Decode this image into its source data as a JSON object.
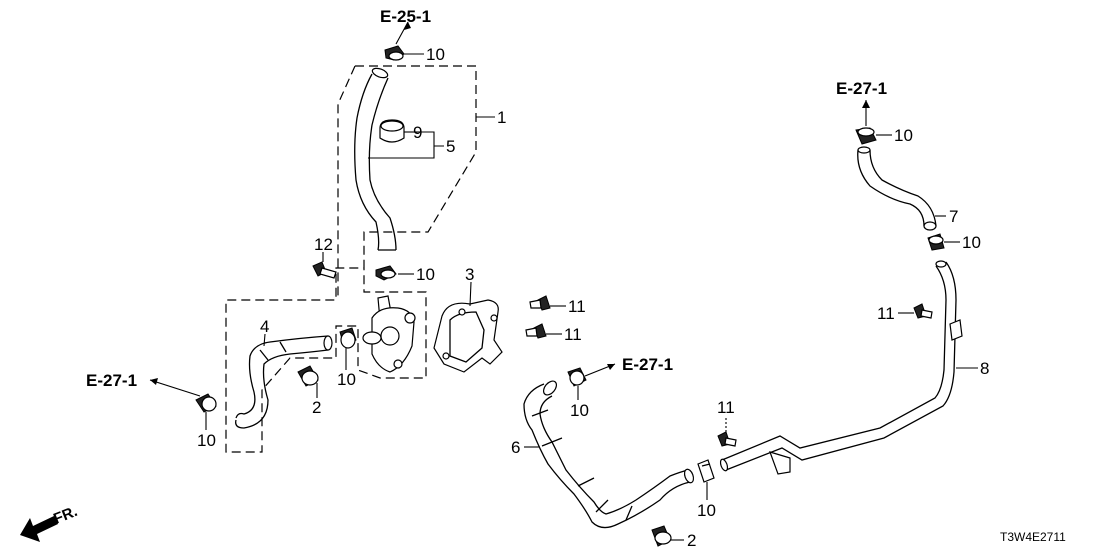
{
  "diagram": {
    "diagram_code": "T3W4E2711",
    "front_indicator": "FR.",
    "references": [
      {
        "id": "ref-top",
        "label": "E-25-1"
      },
      {
        "id": "ref-right",
        "label": "E-27-1"
      },
      {
        "id": "ref-left",
        "label": "E-27-1"
      },
      {
        "id": "ref-middle",
        "label": "E-27-1"
      }
    ],
    "callouts": [
      {
        "id": "c10-top",
        "label": "10"
      },
      {
        "id": "c1",
        "label": "1"
      },
      {
        "id": "c9",
        "label": "9"
      },
      {
        "id": "c5",
        "label": "5"
      },
      {
        "id": "c12",
        "label": "12"
      },
      {
        "id": "c10-pump-top",
        "label": "10"
      },
      {
        "id": "c3",
        "label": "3"
      },
      {
        "id": "c4",
        "label": "4"
      },
      {
        "id": "c10-pump-side",
        "label": "10"
      },
      {
        "id": "c2-left",
        "label": "2"
      },
      {
        "id": "c10-left",
        "label": "10"
      },
      {
        "id": "c11-a",
        "label": "11"
      },
      {
        "id": "c11-b",
        "label": "11"
      },
      {
        "id": "c10-middle",
        "label": "10"
      },
      {
        "id": "c6",
        "label": "6"
      },
      {
        "id": "c11-c",
        "label": "11"
      },
      {
        "id": "c10-bottom",
        "label": "10"
      },
      {
        "id": "c2-bottom",
        "label": "2"
      },
      {
        "id": "c10-right-top",
        "label": "10"
      },
      {
        "id": "c7",
        "label": "7"
      },
      {
        "id": "c10-right-mid",
        "label": "10"
      },
      {
        "id": "c11-right",
        "label": "11"
      },
      {
        "id": "c8",
        "label": "8"
      }
    ]
  }
}
